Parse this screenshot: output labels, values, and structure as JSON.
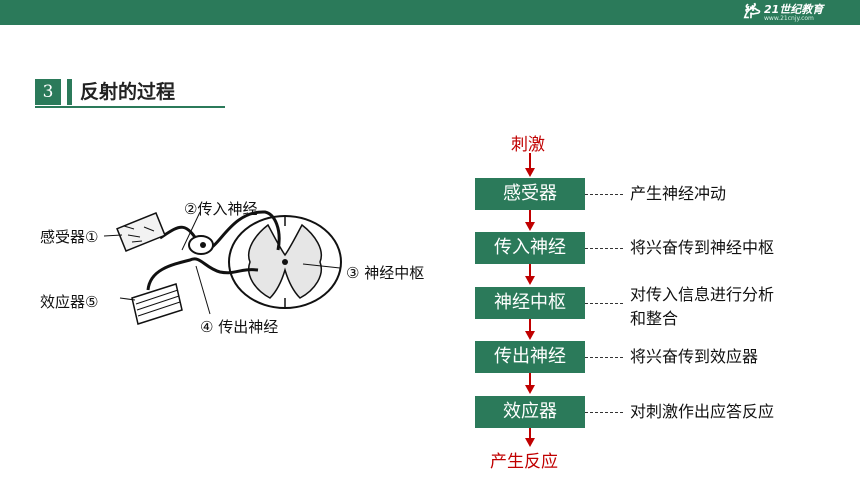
{
  "header": {
    "brand_text": "21世纪教育",
    "brand_url": "www.21cnjy.com"
  },
  "section": {
    "number": "3",
    "title": "反射的过程"
  },
  "diagram": {
    "labels": {
      "receptor": "感受器①",
      "afferent": "②传入神经",
      "center": "③ 神经中枢",
      "efferent": "④ 传出神经",
      "effector": "效应器⑤"
    }
  },
  "flow": {
    "stimulus": "刺激",
    "response": "产生反应",
    "steps": [
      {
        "label": "感受器",
        "desc": "产生神经冲动"
      },
      {
        "label": "传入神经",
        "desc": "将兴奋传到神经中枢"
      },
      {
        "label": "神经中枢",
        "desc": "对传入信息进行分析",
        "desc2": "和整合"
      },
      {
        "label": "传出神经",
        "desc": "将兴奋传到效应器"
      },
      {
        "label": "效应器",
        "desc": "对刺激作出应答反应"
      }
    ]
  },
  "colors": {
    "theme_green": "#2b7a5a",
    "stimulus_red": "#c00000",
    "arrow_red": "#c00000"
  }
}
